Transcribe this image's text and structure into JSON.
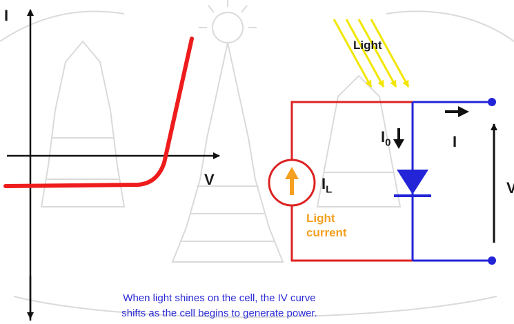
{
  "graph": {
    "y_axis_label": "I",
    "x_axis_label": "V"
  },
  "circuit": {
    "light_label": "Light",
    "i0_label_main": "I",
    "i0_label_sub": "0",
    "current_label": "I",
    "il_label_main": "I",
    "il_label_sub": "L",
    "light_current_line1": "Light",
    "light_current_line2": "current",
    "voltage_label": "V"
  },
  "caption": {
    "line1": "When light shines on the cell, the IV curve",
    "line2": "shifts as the cell begins to generate power."
  },
  "colors": {
    "curve": "#ee1c1c",
    "red_wire": "#dd2222",
    "blue_wire": "#2323d8",
    "axis": "#111111",
    "light_rays": "#f2e600",
    "light_current": "#f5a020",
    "watermark": "#cfcfcf"
  }
}
